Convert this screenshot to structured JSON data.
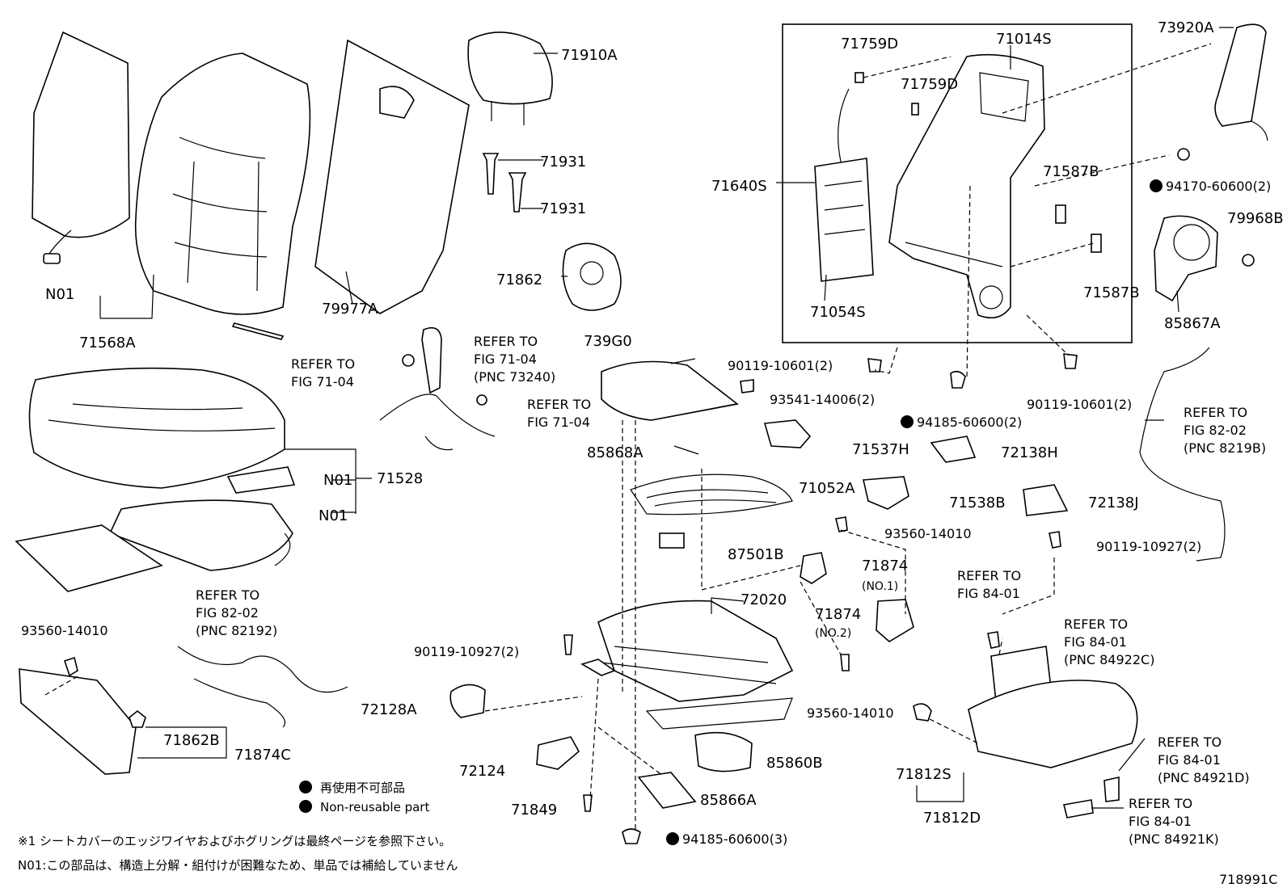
{
  "diagram_code": "718991C",
  "labels": {
    "p71568A": "71568A",
    "n01_a": "N01",
    "p79977A": "79977A",
    "p71910A": "71910A",
    "p71931_a": "71931",
    "p71931_b": "71931",
    "p71862": "71862",
    "p71759D_a": "71759D",
    "p71759D_b": "71759D",
    "p71014S": "71014S",
    "p71640S": "71640S",
    "p71587B_a": "71587B",
    "p71587B_b": "71587B",
    "p71054S": "71054S",
    "p73920A": "73920A",
    "p94170": "94170-60600(2)",
    "p79968B": "79968B",
    "p85867A": "85867A",
    "p739G0": "739G0",
    "p90119_10601_a": "90119-10601(2)",
    "p90119_10601_b": "90119-10601(2)",
    "p93541": "93541-14006(2)",
    "p94185_2": "94185-60600(2)",
    "p85868A": "85868A",
    "p71537H": "71537H",
    "p72138H": "72138H",
    "p71052A": "71052A",
    "p71538B": "71538B",
    "p72138J": "72138J",
    "p93560_a": "93560-14010",
    "p90119_10927_r": "90119-10927(2)",
    "p87501B": "87501B",
    "p71874_1": "71874",
    "no1": "(NO.1)",
    "p71874_2": "71874",
    "no2": "(NO.2)",
    "p72020": "72020",
    "p71528": "71528",
    "n01_b": "N01",
    "n01_c": "N01",
    "p93560_l": "93560-14010",
    "p90119_10927_l": "90119-10927(2)",
    "p72128A": "72128A",
    "p93560_m": "93560-14010",
    "p71862B": "71862B",
    "p71874C": "71874C",
    "p72124": "72124",
    "p85860B": "85860B",
    "p85866A": "85866A",
    "p71849": "71849",
    "p94185_3": "94185-60600(3)",
    "p71812S": "71812S",
    "p71812D": "71812D"
  },
  "references": {
    "r1_line1": "REFER TO",
    "r1_line2": "FIG 71-04",
    "r2_line1": "REFER TO",
    "r2_line2": "FIG 71-04",
    "r2_line3": "(PNC 73240)",
    "r3_line1": "REFER TO",
    "r3_line2": "FIG 71-04",
    "r4_line1": "REFER TO",
    "r4_line2": "FIG 82-02",
    "r4_line3": "(PNC 8219B)",
    "r5_line1": "REFER TO",
    "r5_line2": "FIG 82-02",
    "r5_line3": "(PNC 82192)",
    "r6_line1": "REFER TO",
    "r6_line2": "FIG 84-01",
    "r7_line1": "REFER TO",
    "r7_line2": "FIG 84-01",
    "r7_line3": "(PNC 84922C)",
    "r8_line1": "REFER TO",
    "r8_line2": "FIG 84-01",
    "r8_line3": "(PNC 84921D)",
    "r9_line1": "REFER TO",
    "r9_line2": "FIG 84-01",
    "r9_line3": "(PNC 84921K)"
  },
  "legend": {
    "jp": "再使用不可部品",
    "en": "Non-reusable part"
  },
  "notes": {
    "note1": "※1 シートカバーのエッジワイヤおよびホグリングは最終ページを参照下さい。",
    "note2": "N01:この部品は、構造上分解・組付けが困難なため、単品では補給していません"
  }
}
